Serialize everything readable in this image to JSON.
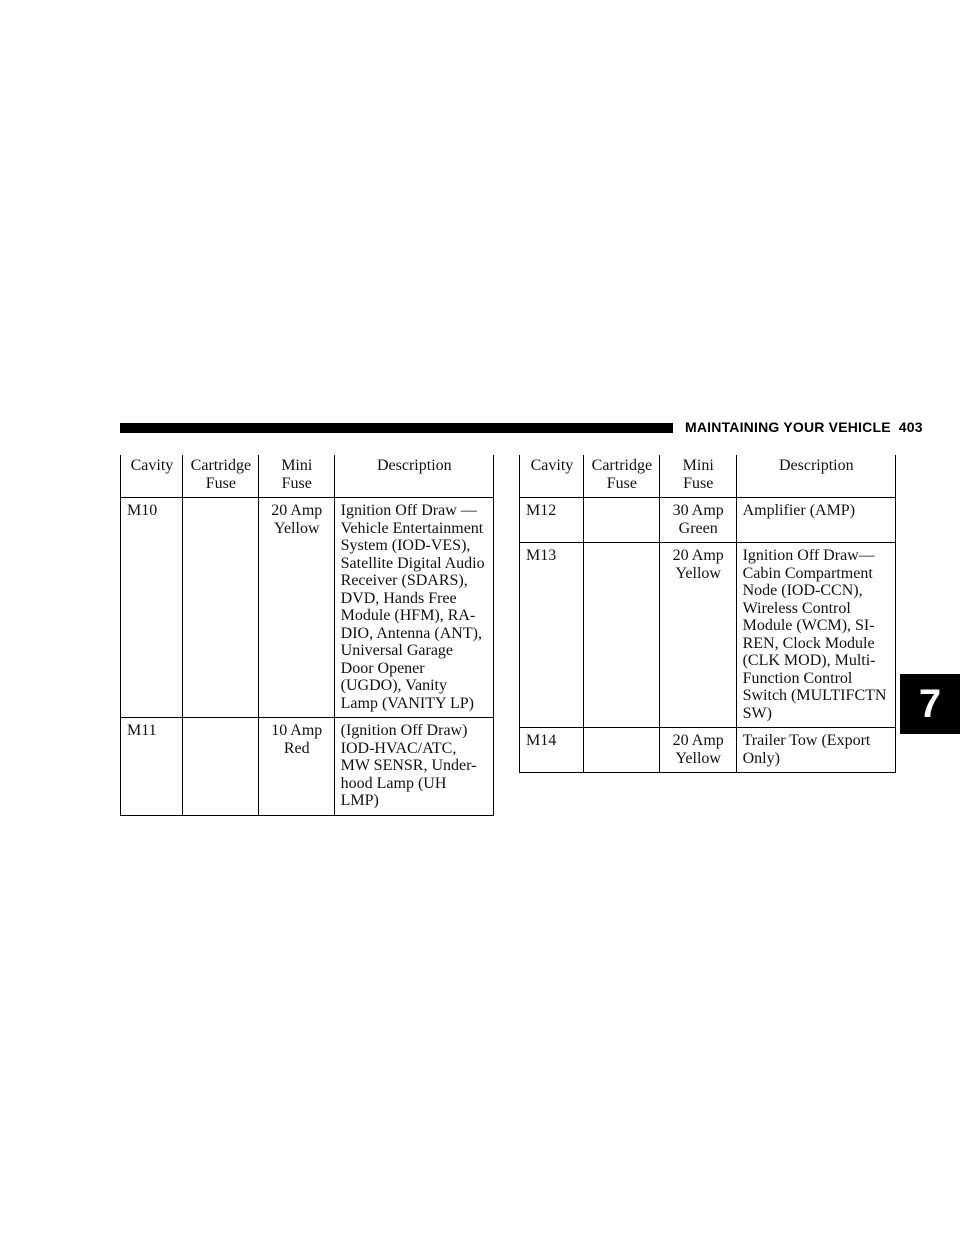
{
  "header": {
    "section": "MAINTAINING YOUR VEHICLE",
    "page_number": "403"
  },
  "chapter_tab": "7",
  "columns": {
    "cavity": "Cavity",
    "cartridge_line1": "Cartridge",
    "cartridge_line2": "Fuse",
    "mini_line1": "Mini",
    "mini_line2": "Fuse",
    "description": "Description"
  },
  "left_table": {
    "rows": [
      {
        "cavity": "M10",
        "cartridge": "",
        "mini_line1": "20 Amp",
        "mini_line2": "Yellow",
        "description": "Ignition Off Draw — Vehicle Entertainment System (IOD-VES), Satellite Digital Audio Receiver (SDARS), DVD, Hands Free Module (HFM), RA-DIO, Antenna (ANT), Universal Garage Door Opener (UGDO), Vanity Lamp (VANITY LP)"
      },
      {
        "cavity": "M11",
        "cartridge": "",
        "mini_line1": "10 Amp",
        "mini_line2": "Red",
        "description": "(Ignition Off Draw) IOD-HVAC/ATC, MW SENSR, Under-hood Lamp (UH LMP)"
      }
    ]
  },
  "right_table": {
    "rows": [
      {
        "cavity": "M12",
        "cartridge": "",
        "mini_line1": "30 Amp",
        "mini_line2": "Green",
        "description": "Amplifier (AMP)"
      },
      {
        "cavity": "M13",
        "cartridge": "",
        "mini_line1": "20 Amp",
        "mini_line2": "Yellow",
        "description": "Ignition Off Draw— Cabin Compartment Node (IOD-CCN), Wireless Control Module (WCM), SI-REN, Clock Module (CLK MOD), Multi-Function Control Switch (MULTIFCTN SW)"
      },
      {
        "cavity": "M14",
        "cartridge": "",
        "mini_line1": "20 Amp",
        "mini_line2": "Yellow",
        "description": "Trailer Tow (Export Only)"
      }
    ]
  }
}
